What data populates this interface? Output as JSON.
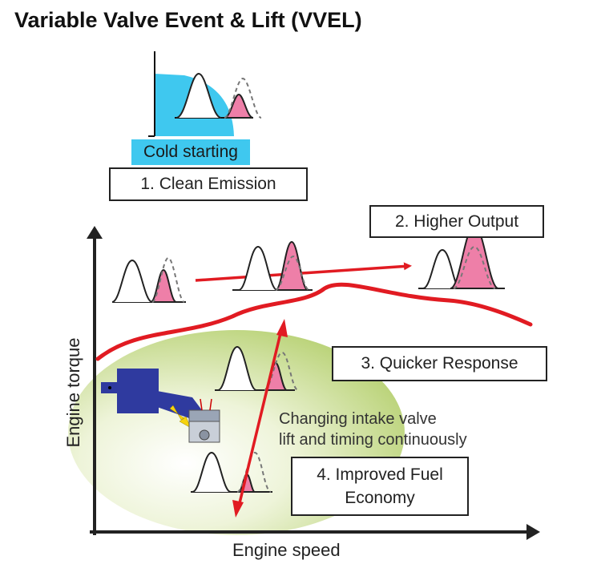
{
  "title": "Variable Valve Event & Lift (VVEL)",
  "cold_starting_label": "Cold starting",
  "features": [
    {
      "id": "clean_emission",
      "label": "1. Clean Emission"
    },
    {
      "id": "higher_output",
      "label": "2. Higher Output"
    },
    {
      "id": "quicker_response",
      "label": "3. Quicker Response"
    },
    {
      "id": "improved_fuel_economy",
      "label_line1": "4. Improved Fuel",
      "label_line2": "Economy"
    }
  ],
  "note_line1": "Changing intake valve",
  "note_line2": "lift and timing continuously",
  "x_axis_label": "Engine speed",
  "y_axis_label": "Engine torque",
  "colors": {
    "cyan": "#3fc8ef",
    "pink": "#ee7fa8",
    "red": "#e11b22",
    "green": "#c2d98a",
    "blue": "#2f3a9f"
  }
}
